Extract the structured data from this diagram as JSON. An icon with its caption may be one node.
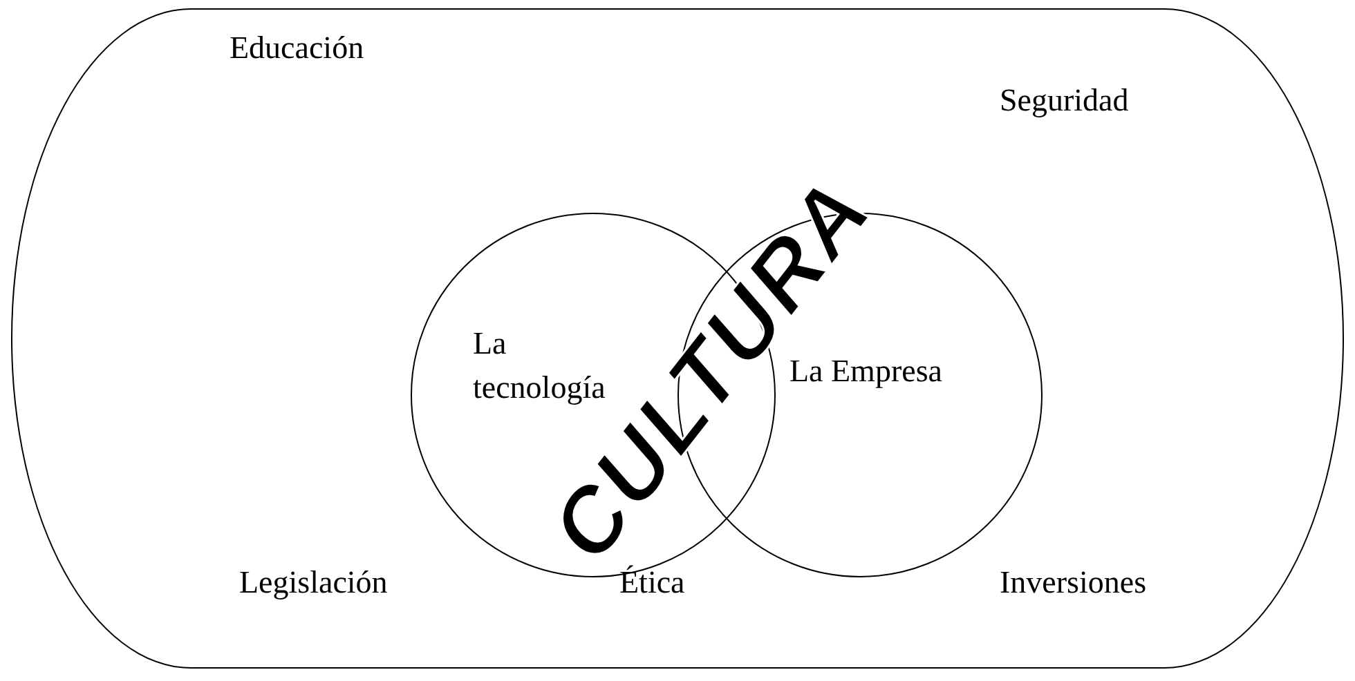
{
  "diagram": {
    "nodes": [
      {
        "text": [
          "Educación",
          "Seguridad",
          "Legislación",
          "Ética",
          "Inversiones"
        ]
      },
      {
        "text": [
          "La tecnología"
        ],
        "in": 0
      },
      {
        "text": [
          "La Empresa"
        ],
        "in": 0
      }
    ],
    "labels": [
      "CULTURA"
    ]
  }
}
